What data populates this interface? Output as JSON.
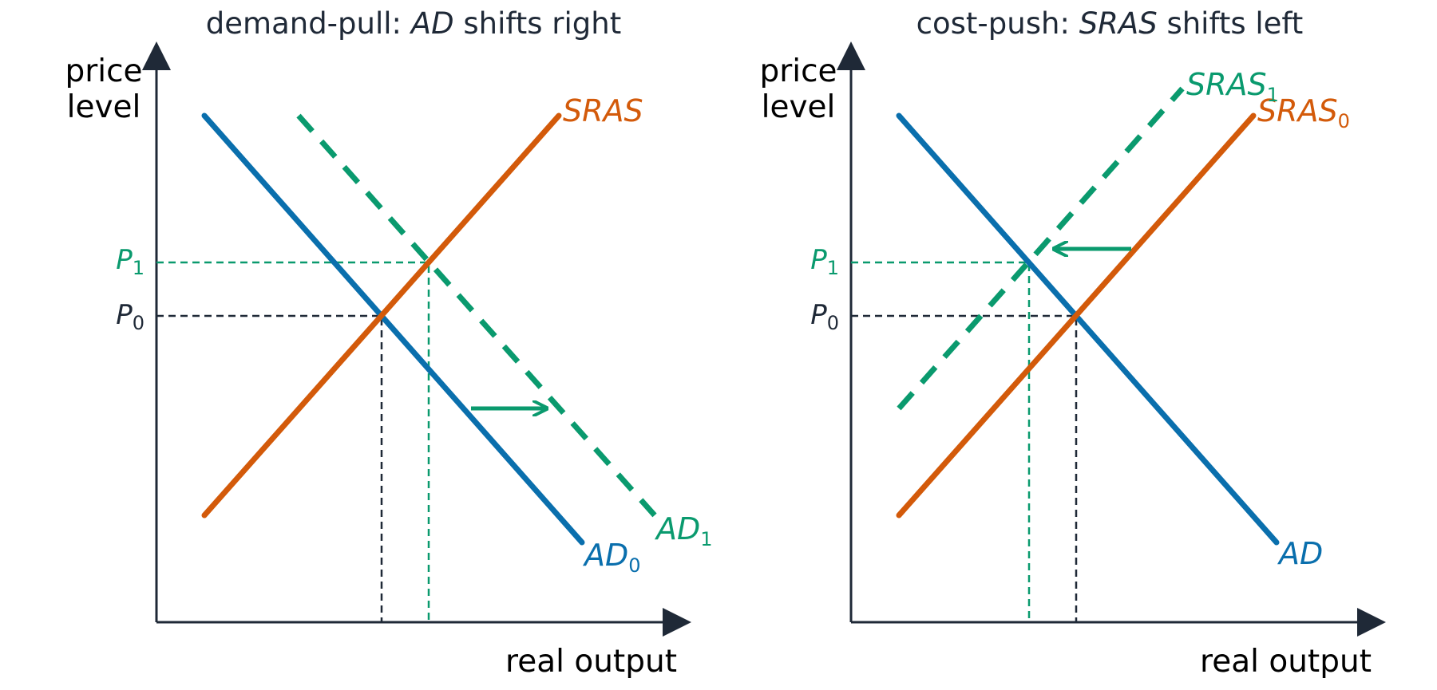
{
  "colors": {
    "ink": "#1f2937",
    "blue": "#0a6fad",
    "orange": "#d35a0a",
    "green": "#0a9a6e"
  },
  "panels": [
    {
      "id": "demand-pull",
      "title": {
        "plain": "demand-pull: ",
        "italic": "AD",
        "rest": " shifts right"
      },
      "y_axis_label": [
        "price",
        "level"
      ],
      "x_axis_label": "real output",
      "curves": [
        {
          "id": "ad0",
          "base": "AD",
          "sub": "0",
          "color": "blue",
          "dashed": false
        },
        {
          "id": "sras",
          "base": "SRAS",
          "sub": "",
          "color": "orange",
          "dashed": false
        },
        {
          "id": "ad1",
          "base": "AD",
          "sub": "1",
          "color": "green",
          "dashed": true
        }
      ],
      "price_levels": [
        {
          "id": "p0",
          "base": "P",
          "sub": "0",
          "color": "ink"
        },
        {
          "id": "p1",
          "base": "P",
          "sub": "1",
          "color": "green"
        }
      ],
      "shift_arrow": "right"
    },
    {
      "id": "cost-push",
      "title": {
        "plain": "cost-push: ",
        "italic": "SRAS",
        "rest": " shifts left"
      },
      "y_axis_label": [
        "price",
        "level"
      ],
      "x_axis_label": "real output",
      "curves": [
        {
          "id": "ad",
          "base": "AD",
          "sub": "",
          "color": "blue",
          "dashed": false
        },
        {
          "id": "sras0",
          "base": "SRAS",
          "sub": "0",
          "color": "orange",
          "dashed": false
        },
        {
          "id": "sras1",
          "base": "SRAS",
          "sub": "1",
          "color": "green",
          "dashed": true
        }
      ],
      "price_levels": [
        {
          "id": "p0",
          "base": "P",
          "sub": "0",
          "color": "ink"
        },
        {
          "id": "p1",
          "base": "P",
          "sub": "1",
          "color": "green"
        }
      ],
      "shift_arrow": "left"
    }
  ]
}
